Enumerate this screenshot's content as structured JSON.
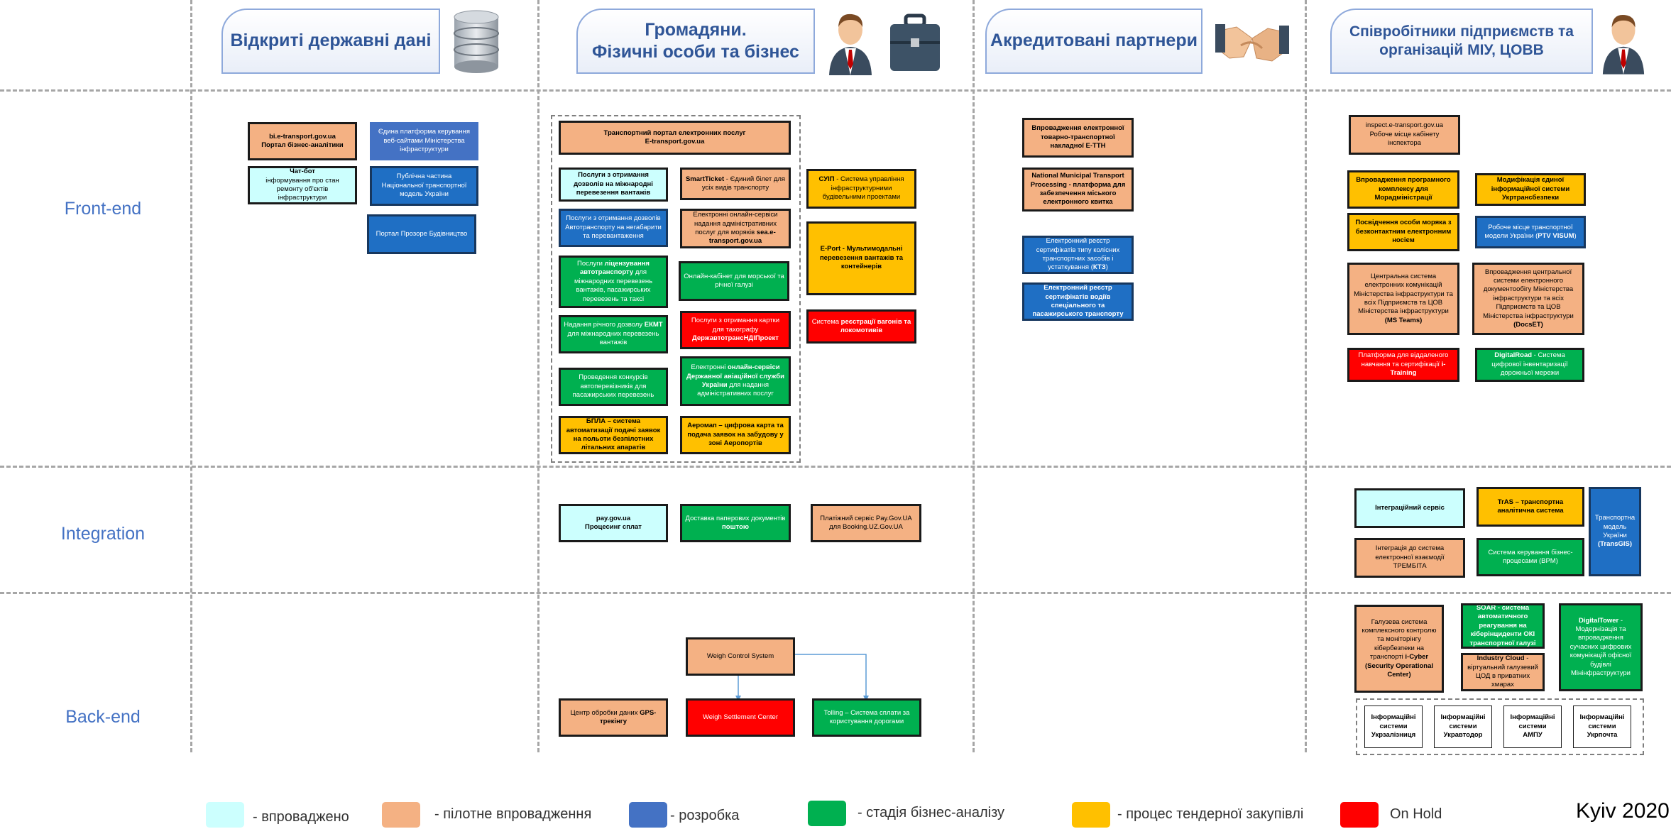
{
  "columns": {
    "open_data": {
      "title": "Відкриті державні дані"
    },
    "citizens": {
      "title_line1": "Громадяни.",
      "title_line2": "Фізичні особи та бізнес"
    },
    "partners": {
      "title": "Акредитовані партнери"
    },
    "employees": {
      "title_line1": "Співробітники підприємств та",
      "title_line2": "організацій МІУ, ЦОВВ"
    }
  },
  "rows": {
    "frontend": "Front-end",
    "integration": "Integration",
    "backend": "Back-end"
  },
  "boxes": {
    "bi_portal": {
      "l1": "bi.e-transport.gov.ua",
      "l2": "Портал бізнес-аналітики"
    },
    "web_platform": "Єдина платформа керування веб-сайтами Міністерства інфраструктури",
    "chatbot": {
      "l1": "Чат-бот",
      "l2": "інформування про стан ремонту об'єктів інфраструктури"
    },
    "ntm_public": "Публічна частина Національної транспортної модель України",
    "prozoro_build": "Портал Прозоре Будівництво",
    "transport_portal": {
      "l1": "Транспортний портал електронних послуг",
      "l2": "E-transport.gov.ua"
    },
    "intl_permits": "Послуги з отримання дозволів на міжнародні перевезення вантажів",
    "smartticket": {
      "b": "SmartTicket",
      "t": " - Єдиний білет для усіх видів транспорту"
    },
    "suip": {
      "b": "СУІП",
      "t": " - Система управління інфраструктурними будівельними проектами"
    },
    "oversize_permits": "Послуги з отримання дозволів Автотранспорту на негабарити та перевантаження",
    "seafarers": {
      "t": "Електронні онлайн-сервіси надання адміністративних послуг для моряків ",
      "b": "sea.e-transport.gov.ua"
    },
    "eport": {
      "b": "E-Port - Мультимодальні перевезення вантажів та контейнерів"
    },
    "licensing": {
      "t1": "Послуги ",
      "b": "ліцензування автотранспорту",
      "t2": " для міжнародних перевезень вантажів, пасажирських перевезень та таксі"
    },
    "sea_cabinet": "Онлайн-кабінет для морської та річної галузі",
    "wagon_reg": {
      "t": "Система ",
      "b": "реєстрації вагонів та локомотивів"
    },
    "ekmt": {
      "t": "Надання річного дозволу ",
      "b": "ЕКМТ",
      "t2": " для міжнародних перевезень вантажів"
    },
    "tacho": {
      "t": "Послуги з отримання картки для тахографу ",
      "b": "ДержавтотрансНДІПроект"
    },
    "contests": "Проведення конкурсів автоперевізників для пасажирських перевезень",
    "aviation": {
      "t": "Електронні ",
      "b": "онлайн-сервіси Державної авіаційної служби України",
      "t2": " для надання адміністративних послуг"
    },
    "bpla": {
      "b": "БПЛА – система автоматизації подачі заявок на польоти безпілотних літальних апаратів"
    },
    "aeromap": {
      "b": "Аеромап – цифрова карта та подача заявок на забудову у зоні Аеропортів"
    },
    "ettn": {
      "b": "Впровадження електронної товарно-транспортної накладної Е-ТТН"
    },
    "nmtp": {
      "b": "National Municipal Transport Processing - платформа для забезпечення міського електронного квитка"
    },
    "ktz": {
      "t": "Електронний реєстр сертифікатів типу колісних транспортних засобів і устаткування (",
      "b": "КТЗ",
      "t2": ")"
    },
    "drivers_reg": {
      "b": "Електронний реєстр сертифікатів водіїв спеціального та пасажирського транспорту"
    },
    "inspect": {
      "l1": "inspect.e-transport.gov.ua",
      "l2": "Робоче місце кабінету інспектора"
    },
    "mor_admin": {
      "b": "Впровадження програмного комплексу для Морадміністрації"
    },
    "ukrtransbez": {
      "b": "Модифікація єдиної інформаційної системи Укртрансбезпеки"
    },
    "seafarer_id": {
      "b": "Посвідчення особи моряка з безконтактним електронним носієм"
    },
    "ptv_visum": {
      "t": "Робоче місце транспортної модели України (",
      "b": "PTV VISUM",
      "t2": ")"
    },
    "teams": {
      "t": "Центральна система електронних комунікацій Міністерства інфраструктури та всіх Підприємств та ЦОВ Міністерства інфраструктури ",
      "b": "(MS Teams)"
    },
    "docset": {
      "t": "Впровадження центральної системи електронного документообігу Міністерства інфраструктури та всіх Підприємств та ЦОВ Міністерства інфраструктури ",
      "b": "(DocsET)"
    },
    "itraining": {
      "t": "Платформа для віддаленого навчання та сертифікації ",
      "b": "i-Training"
    },
    "digitalroad": {
      "b": "DigitalRoad",
      "t": " - Система цифрової інвентаризації дорожньої мережи"
    },
    "paygov": {
      "l1": "pay.gov.ua",
      "l2": "Процесинг сплат"
    },
    "paper_delivery": {
      "t": "Доставка паперових документів ",
      "b": "поштою"
    },
    "pay_uz": "Платіжний сервіс Pay.Gov.UA для Booking.UZ.Gov.UA",
    "integration_service": {
      "b": "Інтеграційний сервіс"
    },
    "tras": {
      "b": "TrAS – транспортна аналітична система"
    },
    "transgis": {
      "t": "Транспортна модель України ",
      "b": "(TransGIS)"
    },
    "trembita": "Інтеграція до система електронної взаємодії ТРЕМБІТА",
    "bpm": "Система керування бізнес-процесами (BPM)",
    "weigh_control": "Weigh Control System",
    "gps": {
      "t": "Центр обробки даних ",
      "b": "GPS-трекінгу"
    },
    "weigh_settlement": "Weigh Settlement Center",
    "tolling": "Tolling – Система сплати за користування дорогами",
    "icyber": {
      "t": "Галузева система комплексного контролю та моніторінгу кібербезпеки на транспорті ",
      "b": "i-Cyber (Security Operational Center)"
    },
    "soar": {
      "b": "SOAR - система автоматичного реагування на кіберінциденти ОКІ транспортної галузі"
    },
    "industry_cloud": {
      "b": "Industry Cloud",
      "t": " - віртуальний галузевий ЦОД в приватних хмарах"
    },
    "digitaltower": {
      "b": "DigitalTower",
      "t": " - Модернізація та впровадження сучасних цифрових комунікацій офісної будівлі Мінінфраструктури"
    },
    "is_uz": {
      "l1": "Інформаційні системи",
      "l2": "Укрзалізниця"
    },
    "is_uad": {
      "l1": "Інформаційні системи",
      "l2": "Укравтодор"
    },
    "is_ampu": {
      "l1": "Інформаційні системи",
      "l2": "АМПУ"
    },
    "is_ukrposhta": {
      "l1": "Інформаційні системи",
      "l2": "Укрпочта"
    }
  },
  "legend": [
    {
      "label": "- впроваджено",
      "color": "#ccfffe"
    },
    {
      "label": "- пілотне впровадження",
      "color": "#f4b183"
    },
    {
      "label": "- розробка",
      "color": "#4472c4"
    },
    {
      "label": "- стадія бізнес-аналізу",
      "color": "#00b050"
    },
    {
      "label": "- процес  тендерної закупівлі",
      "color": "#ffc000"
    },
    {
      "label": "On Hold",
      "color": "#ff0000"
    }
  ],
  "footer": {
    "city_year": "Kyiv 2020"
  },
  "icons": [
    "database-icon",
    "businessman-icon",
    "briefcase-icon",
    "handshake-icon"
  ]
}
